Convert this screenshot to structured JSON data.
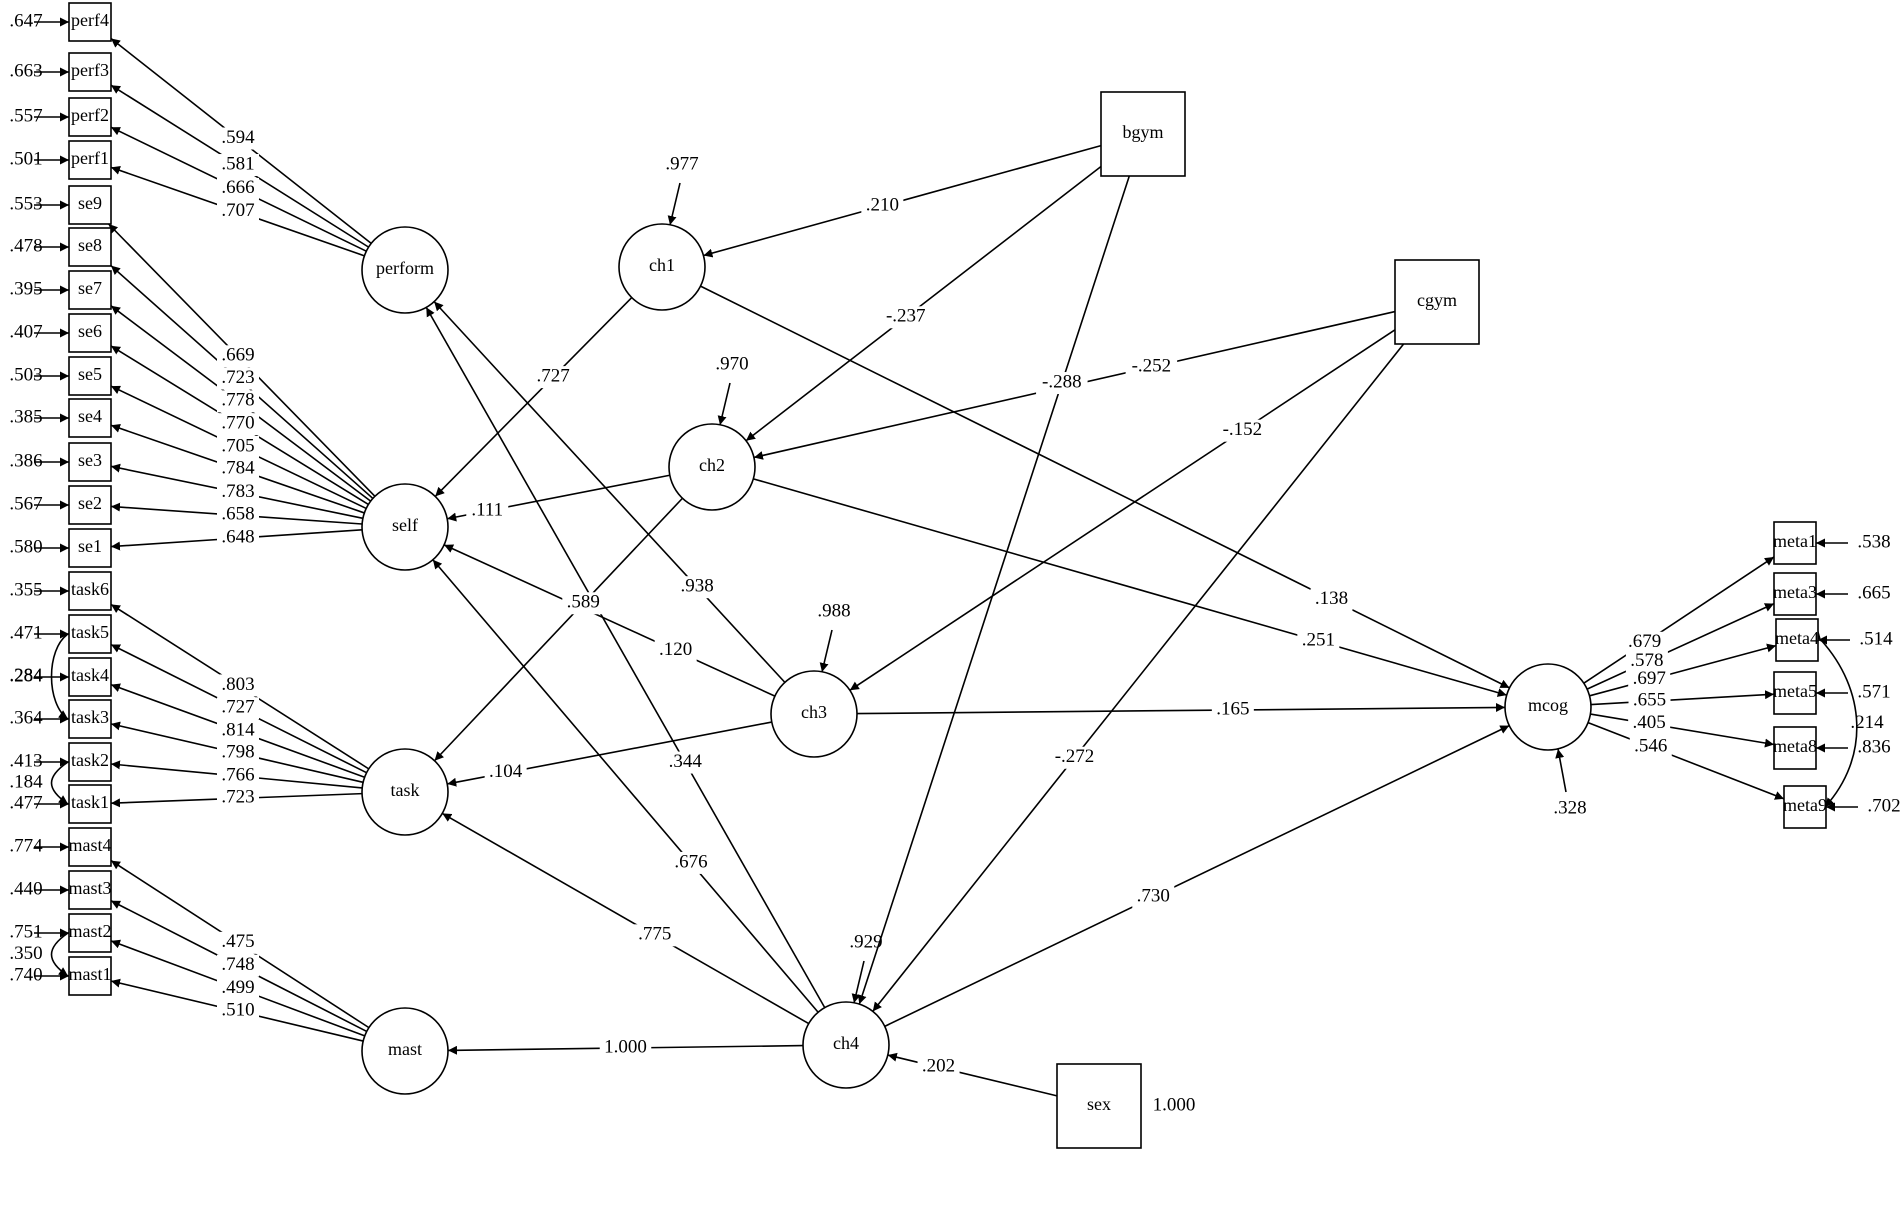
{
  "nodes": [
    {
      "id": "perf4",
      "label": "perf4",
      "shape": "box"
    },
    {
      "id": "perf3",
      "label": "perf3",
      "shape": "box"
    },
    {
      "id": "perf2",
      "label": "perf2",
      "shape": "box"
    },
    {
      "id": "perf1",
      "label": "perf1",
      "shape": "box"
    },
    {
      "id": "se9",
      "label": "se9",
      "shape": "box"
    },
    {
      "id": "se8",
      "label": "se8",
      "shape": "box"
    },
    {
      "id": "se7",
      "label": "se7",
      "shape": "box"
    },
    {
      "id": "se6",
      "label": "se6",
      "shape": "box"
    },
    {
      "id": "se5",
      "label": "se5",
      "shape": "box"
    },
    {
      "id": "se4",
      "label": "se4",
      "shape": "box"
    },
    {
      "id": "se3",
      "label": "se3",
      "shape": "box"
    },
    {
      "id": "se2",
      "label": "se2",
      "shape": "box"
    },
    {
      "id": "se1",
      "label": "se1",
      "shape": "box"
    },
    {
      "id": "task6",
      "label": "task6",
      "shape": "box"
    },
    {
      "id": "task5",
      "label": "task5",
      "shape": "box"
    },
    {
      "id": "task4",
      "label": "task4",
      "shape": "box"
    },
    {
      "id": "task3",
      "label": "task3",
      "shape": "box"
    },
    {
      "id": "task2",
      "label": "task2",
      "shape": "box"
    },
    {
      "id": "task1",
      "label": "task1",
      "shape": "box"
    },
    {
      "id": "mast4",
      "label": "mast4",
      "shape": "box"
    },
    {
      "id": "mast3",
      "label": "mast3",
      "shape": "box"
    },
    {
      "id": "mast2",
      "label": "mast2",
      "shape": "box"
    },
    {
      "id": "mast1",
      "label": "mast1",
      "shape": "box"
    },
    {
      "id": "perform",
      "label": "perform",
      "shape": "circle"
    },
    {
      "id": "self",
      "label": "self",
      "shape": "circle"
    },
    {
      "id": "task",
      "label": "task",
      "shape": "circle"
    },
    {
      "id": "mast",
      "label": "mast",
      "shape": "circle"
    },
    {
      "id": "ch1",
      "label": "ch1",
      "shape": "circle"
    },
    {
      "id": "ch2",
      "label": "ch2",
      "shape": "circle"
    },
    {
      "id": "ch3",
      "label": "ch3",
      "shape": "circle"
    },
    {
      "id": "ch4",
      "label": "ch4",
      "shape": "circle"
    },
    {
      "id": "bgym",
      "label": "bgym",
      "shape": "box"
    },
    {
      "id": "cgym",
      "label": "cgym",
      "shape": "box"
    },
    {
      "id": "sex",
      "label": "sex",
      "shape": "box"
    },
    {
      "id": "mcog",
      "label": "mcog",
      "shape": "circle"
    },
    {
      "id": "meta1",
      "label": "meta1",
      "shape": "box"
    },
    {
      "id": "meta3",
      "label": "meta3",
      "shape": "box"
    },
    {
      "id": "meta4",
      "label": "meta4",
      "shape": "box"
    },
    {
      "id": "meta5",
      "label": "meta5",
      "shape": "box"
    },
    {
      "id": "meta8",
      "label": "meta8",
      "shape": "box"
    },
    {
      "id": "meta9",
      "label": "meta9",
      "shape": "box"
    }
  ],
  "edges": [
    {
      "from": "perform",
      "to": "perf4",
      "label": ".594"
    },
    {
      "from": "perform",
      "to": "perf3",
      "label": ".581"
    },
    {
      "from": "perform",
      "to": "perf2",
      "label": ".666"
    },
    {
      "from": "perform",
      "to": "perf1",
      "label": ".707"
    },
    {
      "from": "self",
      "to": "se9",
      "label": ".669"
    },
    {
      "from": "self",
      "to": "se8",
      "label": ".723"
    },
    {
      "from": "self",
      "to": "se7",
      "label": ".778"
    },
    {
      "from": "self",
      "to": "se6",
      "label": ".770"
    },
    {
      "from": "self",
      "to": "se5",
      "label": ".705"
    },
    {
      "from": "self",
      "to": "se4",
      "label": ".784"
    },
    {
      "from": "self",
      "to": "se3",
      "label": ".783"
    },
    {
      "from": "self",
      "to": "se2",
      "label": ".658"
    },
    {
      "from": "self",
      "to": "se1",
      "label": ".648"
    },
    {
      "from": "task",
      "to": "task6",
      "label": ".803"
    },
    {
      "from": "task",
      "to": "task5",
      "label": ".727"
    },
    {
      "from": "task",
      "to": "task4",
      "label": ".814"
    },
    {
      "from": "task",
      "to": "task3",
      "label": ".798"
    },
    {
      "from": "task",
      "to": "task2",
      "label": ".766"
    },
    {
      "from": "task",
      "to": "task1",
      "label": ".723"
    },
    {
      "from": "mast",
      "to": "mast4",
      "label": ".475"
    },
    {
      "from": "mast",
      "to": "mast3",
      "label": ".748"
    },
    {
      "from": "mast",
      "to": "mast2",
      "label": ".499"
    },
    {
      "from": "mast",
      "to": "mast1",
      "label": ".510"
    },
    {
      "from": "bgym",
      "to": "ch1",
      "label": ".210"
    },
    {
      "from": "bgym",
      "to": "ch2",
      "label": "-.237"
    },
    {
      "from": "bgym",
      "to": "ch4",
      "label": "-.288"
    },
    {
      "from": "cgym",
      "to": "ch2",
      "label": "-.252"
    },
    {
      "from": "cgym",
      "to": "ch3",
      "label": "-.152"
    },
    {
      "from": "cgym",
      "to": "ch4",
      "label": "-.272"
    },
    {
      "from": "sex",
      "to": "ch4",
      "label": ".202"
    },
    {
      "from": "ch1",
      "to": "self",
      "label": ".727"
    },
    {
      "from": "ch1",
      "to": "mcog",
      "label": ".138"
    },
    {
      "from": "ch2",
      "to": "self",
      "label": ".111"
    },
    {
      "from": "ch2",
      "to": "task",
      "label": ".589"
    },
    {
      "from": "ch2",
      "to": "mcog",
      "label": ".251"
    },
    {
      "from": "ch3",
      "to": "perform",
      "label": ".938"
    },
    {
      "from": "ch3",
      "to": "self",
      "label": ".120"
    },
    {
      "from": "ch3",
      "to": "task",
      "label": ".104"
    },
    {
      "from": "ch3",
      "to": "mcog",
      "label": ".165"
    },
    {
      "from": "ch4",
      "to": "perform",
      "label": ".344"
    },
    {
      "from": "ch4",
      "to": "self",
      "label": ".676"
    },
    {
      "from": "ch4",
      "to": "task",
      "label": ".775"
    },
    {
      "from": "ch4",
      "to": "mast",
      "label": "1.000"
    },
    {
      "from": "ch4",
      "to": "mcog",
      "label": ".730"
    },
    {
      "from": "mcog",
      "to": "meta1",
      "label": ".679"
    },
    {
      "from": "mcog",
      "to": "meta3",
      "label": ".578"
    },
    {
      "from": "mcog",
      "to": "meta4",
      "label": ".697"
    },
    {
      "from": "mcog",
      "to": "meta5",
      "label": ".655"
    },
    {
      "from": "mcog",
      "to": "meta8",
      "label": ".405"
    },
    {
      "from": "mcog",
      "to": "meta9",
      "label": ".546"
    }
  ],
  "residuals": [
    {
      "node": "perf4",
      "label": ".647"
    },
    {
      "node": "perf3",
      "label": ".663"
    },
    {
      "node": "perf2",
      "label": ".557"
    },
    {
      "node": "perf1",
      "label": ".501"
    },
    {
      "node": "se9",
      "label": ".553"
    },
    {
      "node": "se8",
      "label": ".478"
    },
    {
      "node": "se7",
      "label": ".395"
    },
    {
      "node": "se6",
      "label": ".407"
    },
    {
      "node": "se5",
      "label": ".503"
    },
    {
      "node": "se4",
      "label": ".385"
    },
    {
      "node": "se3",
      "label": ".386"
    },
    {
      "node": "se2",
      "label": ".567"
    },
    {
      "node": "se1",
      "label": ".580"
    },
    {
      "node": "task6",
      "label": ".355"
    },
    {
      "node": "task5",
      "label": ".471"
    },
    {
      "node": "task4",
      "label": ".284"
    },
    {
      "node": "task3",
      "label": ".364"
    },
    {
      "node": "task2",
      "label": ".413"
    },
    {
      "node": "task1",
      "label": ".477"
    },
    {
      "node": "mast4",
      "label": ".774"
    },
    {
      "node": "mast3",
      "label": ".440"
    },
    {
      "node": "mast2",
      "label": ".751"
    },
    {
      "node": "mast1",
      "label": ".740"
    },
    {
      "node": "ch1",
      "label": ".977"
    },
    {
      "node": "ch2",
      "label": ".970"
    },
    {
      "node": "ch3",
      "label": ".988"
    },
    {
      "node": "ch4",
      "label": ".929"
    },
    {
      "node": "mcog",
      "label": ".328"
    },
    {
      "node": "sex",
      "label": "1.000"
    },
    {
      "node": "meta1",
      "label": ".538"
    },
    {
      "node": "meta3",
      "label": ".665"
    },
    {
      "node": "meta4",
      "label": ".514"
    },
    {
      "node": "meta5",
      "label": ".571"
    },
    {
      "node": "meta8",
      "label": ".836"
    },
    {
      "node": "meta9",
      "label": ".702"
    }
  ],
  "covariances": [
    {
      "a": "task5",
      "b": "task3",
      "label": ".284"
    },
    {
      "a": "task2",
      "b": "task1",
      "label": ".184"
    },
    {
      "a": "mast2",
      "b": "mast1",
      "label": ".350"
    },
    {
      "a": "meta4",
      "b": "meta9",
      "label": ".214"
    }
  ]
}
